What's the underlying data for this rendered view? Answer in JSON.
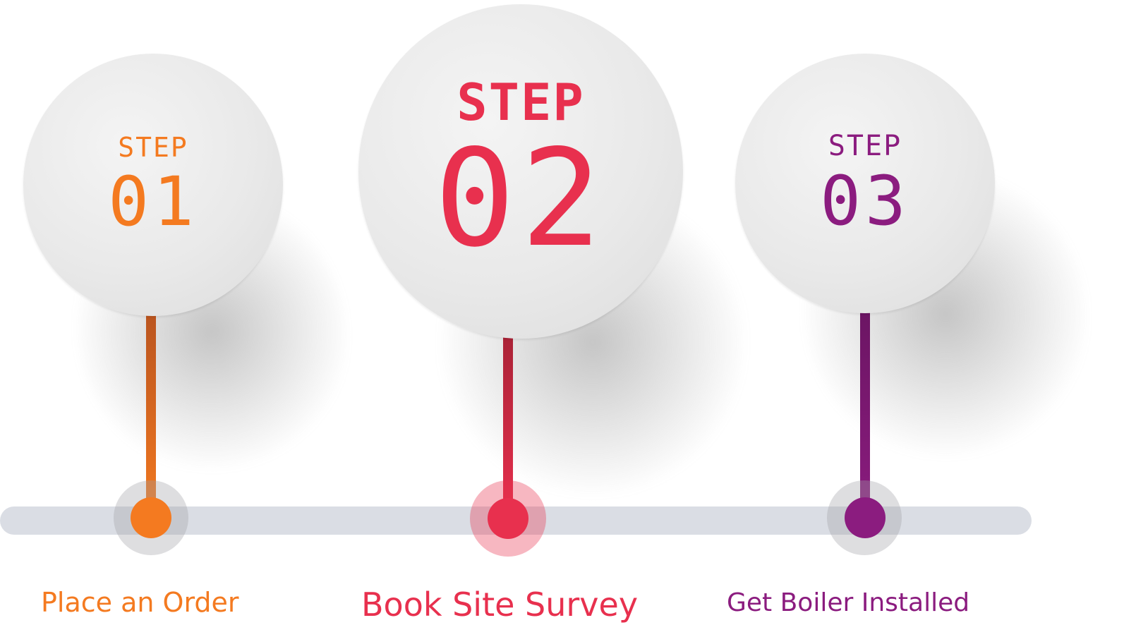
{
  "steps": [
    {
      "step_word": "STEP",
      "number": "01",
      "label": "Place an Order",
      "color": "#f47a20"
    },
    {
      "step_word": "STEP",
      "number": "02",
      "label": "Book Site Survey",
      "color": "#e8304e"
    },
    {
      "step_word": "STEP",
      "number": "03",
      "label": "Get Boiler Installed",
      "color": "#8b1c7f"
    }
  ]
}
